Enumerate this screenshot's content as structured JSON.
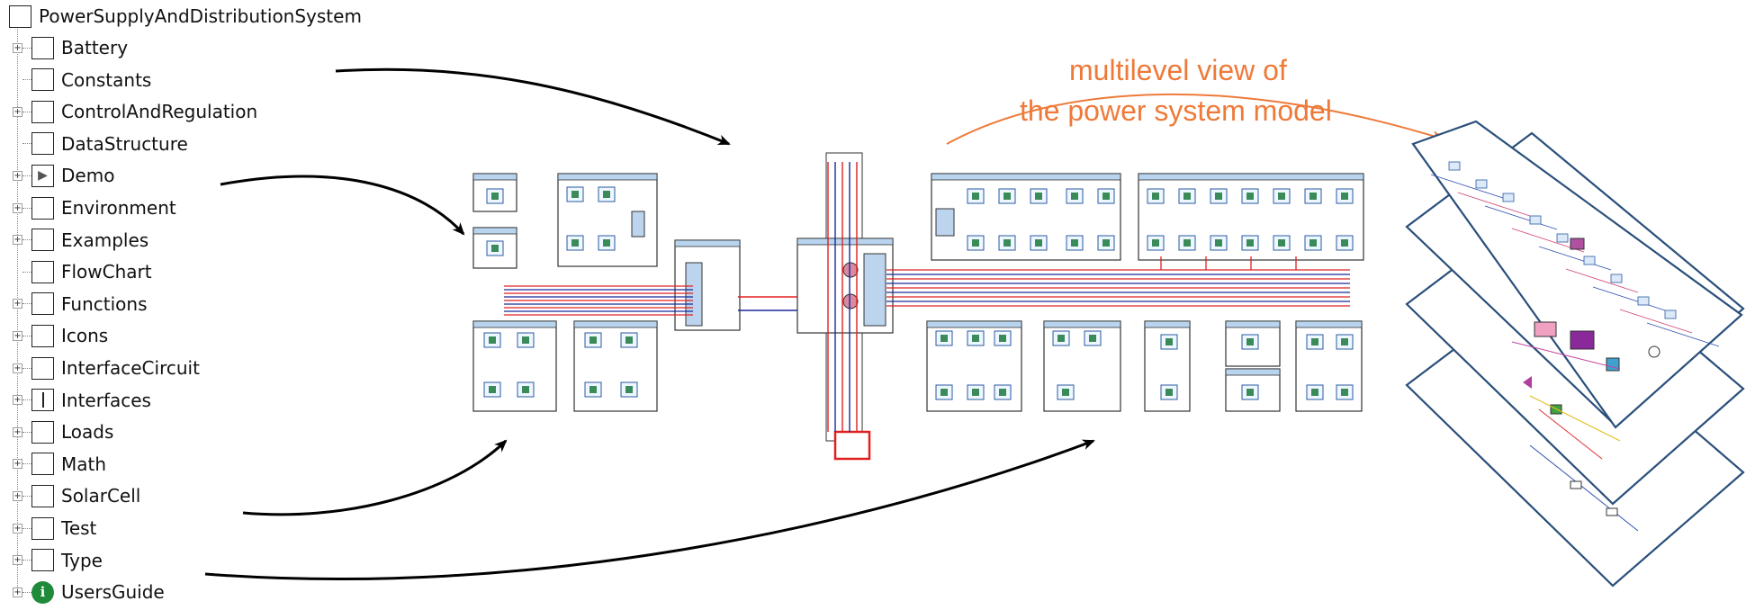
{
  "tree": {
    "root": "PowerSupplyAndDistributionSystem",
    "items": [
      {
        "label": "Battery",
        "expandable": true,
        "icon": "package-icon"
      },
      {
        "label": "Constants",
        "expandable": false,
        "icon": "package-icon"
      },
      {
        "label": "ControlAndRegulation",
        "expandable": true,
        "icon": "package-icon"
      },
      {
        "label": "DataStructure",
        "expandable": false,
        "icon": "package-icon"
      },
      {
        "label": "Demo",
        "expandable": true,
        "icon": "play-icon"
      },
      {
        "label": "Environment",
        "expandable": true,
        "icon": "package-icon"
      },
      {
        "label": "Examples",
        "expandable": true,
        "icon": "package-icon"
      },
      {
        "label": "FlowChart",
        "expandable": false,
        "icon": "package-icon"
      },
      {
        "label": "Functions",
        "expandable": true,
        "icon": "package-icon"
      },
      {
        "label": "Icons",
        "expandable": true,
        "icon": "package-icon"
      },
      {
        "label": "InterfaceCircuit",
        "expandable": true,
        "icon": "package-icon"
      },
      {
        "label": "Interfaces",
        "expandable": true,
        "icon": "interface-icon"
      },
      {
        "label": "Loads",
        "expandable": true,
        "icon": "package-icon"
      },
      {
        "label": "Math",
        "expandable": true,
        "icon": "package-icon"
      },
      {
        "label": "SolarCell",
        "expandable": true,
        "icon": "package-icon"
      },
      {
        "label": "Test",
        "expandable": true,
        "icon": "package-icon"
      },
      {
        "label": "Type",
        "expandable": true,
        "icon": "package-icon"
      },
      {
        "label": "UsersGuide",
        "expandable": true,
        "icon": "info-icon"
      }
    ]
  },
  "annotation": {
    "line1": "multilevel view of",
    "line2": "the power system model"
  },
  "colors": {
    "annotation": "#ee7a3a",
    "wire_red": "#e02020",
    "wire_blue": "#1a2a9a",
    "block_header": "#b8d4ee",
    "layer_border": "#2a4f7a"
  }
}
